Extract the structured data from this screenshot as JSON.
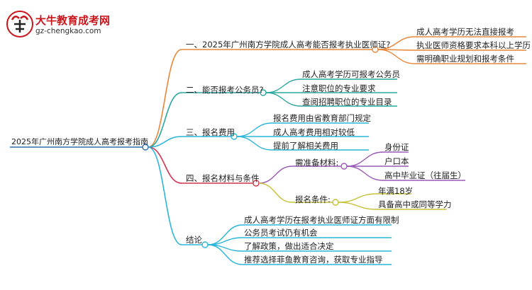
{
  "logo": {
    "name": "大牛教育成考网",
    "url": "gz-chengkao.com"
  },
  "root": "2025年广州南方学院成人高考报考指南",
  "branches": [
    {
      "label": "一、2025年广州南方学院成人高考能否报考执业医师证?",
      "color": "#e8873a",
      "items": [
        "成人高考学历无法直接报考",
        "执业医师资格要求本科以上学历",
        "需明确职业规划和报考条件"
      ]
    },
    {
      "label": "二、能否报考公务员?",
      "color": "#2aa7a0",
      "items": [
        "成人高考学历可报考公务员",
        "注意职位的专业要求",
        "查阅招聘职位的专业目录"
      ]
    },
    {
      "label": "三、报名费用",
      "color": "#2bb5d8",
      "items": [
        "报名费用由省教育部门规定",
        "成人高考费用相对较低",
        "提前了解相关费用"
      ]
    },
    {
      "label": "四、报名材料与条件",
      "color": "#d2354f",
      "groups": [
        {
          "label": "需准备材料:",
          "color": "#9b59b6",
          "items": [
            "身份证",
            "户口本",
            "高中毕业证（往届生）"
          ]
        },
        {
          "label": "报名条件:",
          "color": "#c6c03a",
          "items": [
            "年满18岁",
            "具备高中或同等学力"
          ]
        }
      ]
    },
    {
      "label": "结论",
      "color": "#2bb5d8",
      "items": [
        "成人高考学历在报考执业医师证方面有限制",
        "公务员考试仍有机会",
        "了解政策，做出适合决定",
        "推荐选择菲鱼教育咨询，获取专业指导"
      ]
    }
  ]
}
